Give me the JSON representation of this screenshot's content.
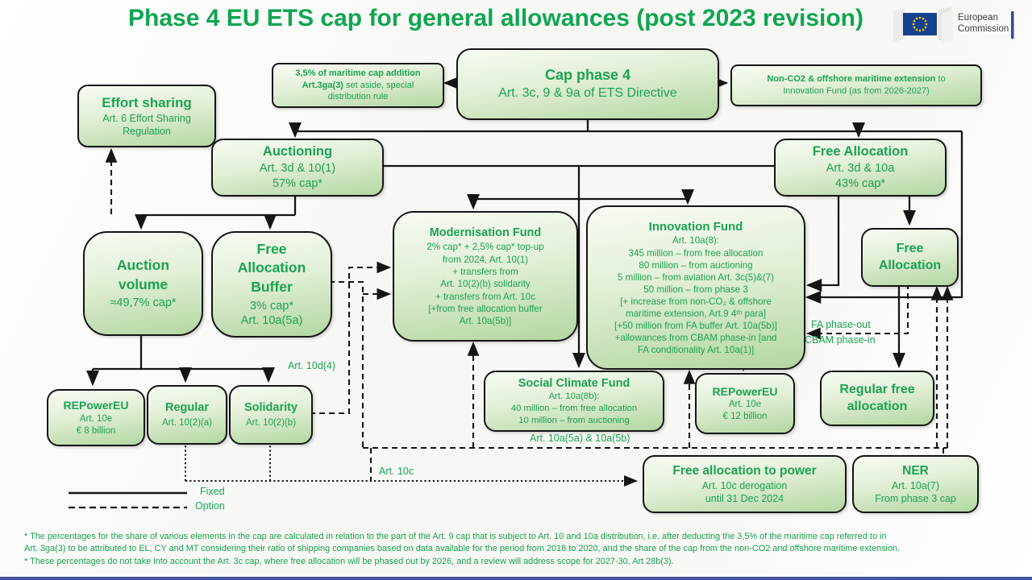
{
  "title": "Phase 4 EU ETS cap for general allowances (post 2023 revision)",
  "logo": {
    "line1": "European",
    "line2": "Commission"
  },
  "boxes": {
    "cap": {
      "title": "Cap phase 4",
      "body": [
        "Art. 3c, 9 & 9a of ETS Directive"
      ]
    },
    "maritime": {
      "line1": "3,5% of maritime cap addition",
      "line2_bold": "Art.3ga(3)",
      "line2_rest": " set aside, special",
      "line3": "distribution rule"
    },
    "nonco2": {
      "bold": "Non-CO2 & offshore maritime extension",
      "rest": " to",
      "line2": "Innovation Fund (as from 2026-2027)"
    },
    "effort": {
      "title": "Effort sharing",
      "body": [
        "Art. 6 Effort Sharing",
        "Regulation"
      ]
    },
    "auctioning": {
      "title": "Auctioning",
      "body": [
        "Art. 3d & 10(1)",
        "57% cap*"
      ]
    },
    "freealloc": {
      "title": "Free Allocation",
      "body": [
        "Art. 3d & 10a",
        "43% cap*"
      ]
    },
    "auctionvol": {
      "title": [
        "Auction",
        "volume"
      ],
      "body": [
        "≈49,7% cap*"
      ]
    },
    "buffer": {
      "title": [
        "Free",
        "Allocation",
        "Buffer"
      ],
      "body": [
        "3% cap*",
        "Art. 10a(5a)"
      ]
    },
    "modfund": {
      "title": "Modernisation Fund",
      "body": [
        "2% cap* + 2,5% cap* top-up",
        "from 2024, Art. 10(1)",
        "+ transfers from",
        "Art. 10(2)(b) solidarity",
        "+ transfers from Art. 10c",
        "[+from free allocation buffer",
        "Art. 10a(5b)]"
      ]
    },
    "innofund": {
      "title": "Innovation Fund",
      "body": [
        "Art. 10a(8):",
        "345 million – from free allocation",
        "80 million – from auctioning",
        "5 million – from aviation Art. 3c(5)&(7)",
        "50 million – from phase 3",
        "[+ increase from non-CO₂ & offshore",
        "maritime extension, Art.9 4ᵗʰ para]",
        "[+50 million from FA buffer Art. 10a(5b)]",
        "+allowances from CBAM phase-in [and",
        "FA conditionality Art. 10a(1)]"
      ]
    },
    "freealloc_small": {
      "title": [
        "Free",
        "Allocation"
      ]
    },
    "repower8": {
      "title": "REPowerEU",
      "body": [
        "Art. 10e",
        "€ 8 billion"
      ]
    },
    "regular": {
      "title": "Regular",
      "body": [
        "Art. 10(2)(a)"
      ]
    },
    "solidarity": {
      "title": "Solidarity",
      "body": [
        "Art. 10(2)(b)"
      ]
    },
    "scf": {
      "title": "Social Climate Fund",
      "body": [
        "Art. 10a(8b):",
        "40 million – from free allocation",
        "10 million – from auctioning"
      ]
    },
    "repower12": {
      "title": "REPowerEU",
      "body": [
        "Art. 10e",
        "€ 12 billion"
      ]
    },
    "regfree": {
      "title": [
        "Regular free",
        "allocation"
      ]
    },
    "fapower": {
      "title": "Free allocation to power",
      "body": [
        "Art. 10c derogation",
        "until 31 Dec 2024"
      ]
    },
    "ner": {
      "title": "NER",
      "body": [
        "Art. 10a(7)",
        "From phase 3 cap"
      ]
    }
  },
  "labels": {
    "art10d4": "Art. 10d(4)",
    "art10a5ab": "Art. 10a(5a) & 10a(5b)",
    "fa_phaseout": "FA phase-out",
    "cbam_phasein": "CBAM phase-in",
    "art10c": "Art. 10c",
    "legend_fixed": "Fixed",
    "legend_option": "Option"
  },
  "footnotes": [
    "* The percentages for the share of various elements in the cap are calculated in relation to the part of the Art. 9 cap that is subject to Art. 10 and 10a distribution, i.e. after deducting the 3,5% of the maritime cap referred to in",
    "Art. 3ga(3) to be attributed to EL, CY and MT considering their ratio of shipping companies based on data available for the period from 2018 to 2020, and the share of the cap from the non-CO2 and offshore maritime extension.",
    "* These percentages do not take into account the Art. 3c cap, where free allocation will be phased out by 2026, and a review will address scope for 2027-30, Art 28b(3)."
  ],
  "colors": {
    "accent_green": "#10a552",
    "box_text_green": "#1ba352",
    "connector_black": "#151515",
    "bottom_bar_blue": "#40549f",
    "flag_blue": "#17418f",
    "star_yellow": "#ffcc00",
    "box_fill_top": "#f7fbf3",
    "box_fill_bottom": "#b4d7a2"
  }
}
